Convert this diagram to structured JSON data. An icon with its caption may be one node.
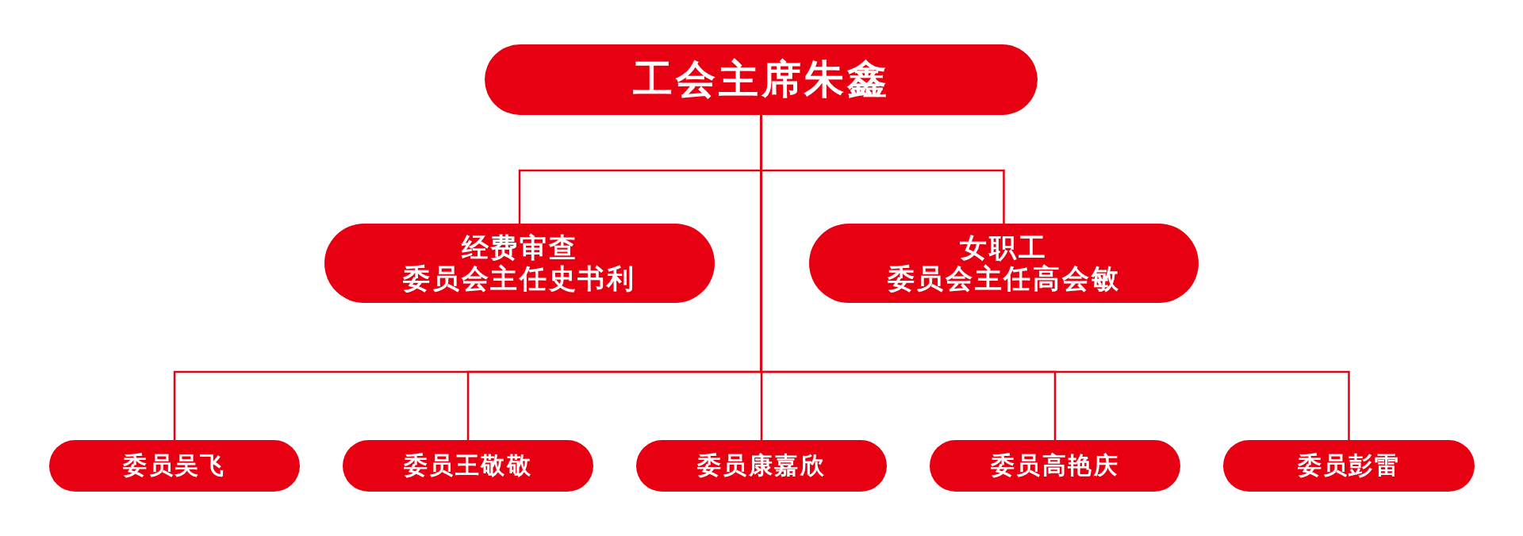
{
  "diagram": {
    "nodes": [
      {
        "text": [
          "工会主席朱鑫"
        ]
      },
      {
        "text": [
          "经费审查",
          "委员会主任史书利"
        ]
      },
      {
        "text": [
          "女职工",
          "委员会主任高会敏"
        ]
      },
      {
        "text": [
          "委员吴飞"
        ]
      },
      {
        "text": [
          "委员王敬敬"
        ]
      },
      {
        "text": [
          "委员康嘉欣"
        ]
      },
      {
        "text": [
          "委员高艳庆"
        ]
      },
      {
        "text": [
          "委员彭雷"
        ]
      }
    ],
    "edges": [
      {
        "from": 0,
        "to": 1,
        "arrow": "none"
      },
      {
        "from": 0,
        "to": 2,
        "arrow": "none"
      },
      {
        "from": 0,
        "to": 3,
        "arrow": "none"
      },
      {
        "from": 0,
        "to": 4,
        "arrow": "none"
      },
      {
        "from": 0,
        "to": 5,
        "arrow": "none"
      },
      {
        "from": 0,
        "to": 6,
        "arrow": "none"
      },
      {
        "from": 0,
        "to": 7,
        "arrow": "none"
      }
    ]
  }
}
